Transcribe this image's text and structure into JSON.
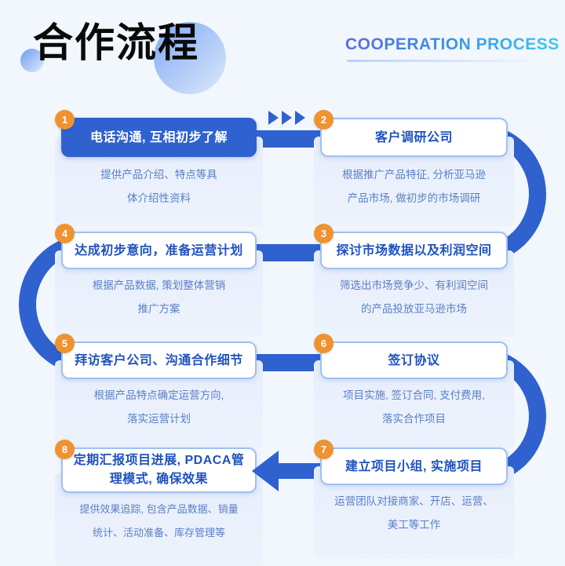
{
  "header": {
    "title_cn": "合作流程",
    "title_en": "COOPERATION PROCESS",
    "accent_color": "#2f61cf",
    "badge_color": "#f0922f",
    "background_color": "#f2f7fd"
  },
  "steps": [
    {
      "number": "1",
      "title": "电话沟通, 互相初步了解",
      "style": "filled",
      "desc": [
        "提供产品介绍、特点等具",
        "体介绍性资料"
      ]
    },
    {
      "number": "2",
      "title": "客户调研公司",
      "style": "outline",
      "desc": [
        "根据推广产品特征, 分析亚马逊",
        "产品市场, 做初步的市场调研"
      ]
    },
    {
      "number": "3",
      "title": "探讨市场数据以及利润空间",
      "style": "outline",
      "desc": [
        "筛选出市场竞争少、有利润空间",
        "的产品投放亚马逊市场"
      ]
    },
    {
      "number": "4",
      "title": "达成初步意向，准备运营计划",
      "style": "outline",
      "desc": [
        "根据产品数据, 策划整体营销",
        "推广方案"
      ]
    },
    {
      "number": "5",
      "title": "拜访客户公司、沟通合作细节",
      "style": "outline",
      "desc": [
        "根据产品特点确定运营方向,",
        "落实运营计划"
      ]
    },
    {
      "number": "6",
      "title": "签订协议",
      "style": "outline",
      "desc": [
        "项目实施, 签订合同, 支付费用,",
        "落实合作项目"
      ]
    },
    {
      "number": "7",
      "title": "建立项目小组, 实施项目",
      "style": "outline",
      "desc": [
        "运营团队对接商家、开店、运营、",
        "美工等工作"
      ]
    },
    {
      "number": "8",
      "title": "定期汇报项目进展, PDACA管\n理模式, 确保效果",
      "style": "outline",
      "desc": [
        "提供效果追踪, 包含产品数据、销量",
        "统计、活动准备、库存管理等"
      ]
    }
  ]
}
